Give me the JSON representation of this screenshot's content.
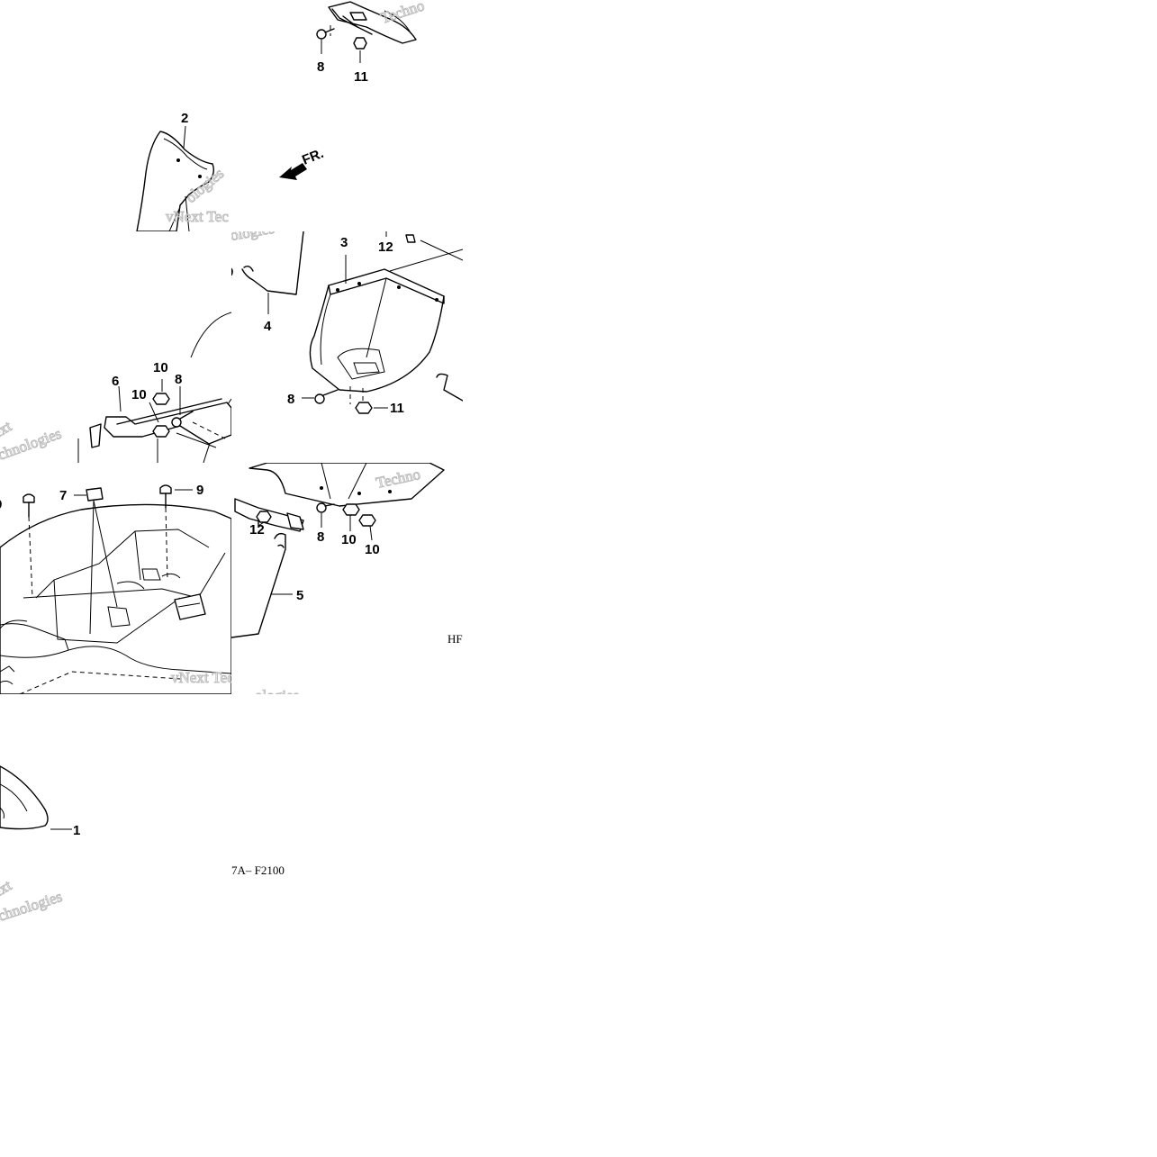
{
  "diagram": {
    "callouts": {
      "a8": "8",
      "a11": "11",
      "b2": "2",
      "c10": "10",
      "c10b": "10",
      "c8": "8",
      "c6": "6",
      "d3": "3",
      "d12": "12",
      "d9": "9",
      "d4": "4",
      "d8": "8",
      "d11": "11",
      "e9l": "9",
      "e7": "7",
      "e9r": "9",
      "f12": "12",
      "f8": "8",
      "f10a": "10",
      "f10b": "10",
      "f5": "5",
      "g1": "1"
    },
    "front_marker": "FR.",
    "diagram_code": "7A– F2100",
    "partial_code": "HF'",
    "watermarks": {
      "a": "Techno",
      "b1": "vNext Tec",
      "b2": "ologies",
      "c1": "ext",
      "c2": "chnologies",
      "d1": "ologies",
      "e1": "vNext Tec",
      "f1": "Techno",
      "f2": "ologies",
      "g1": "ext",
      "g2": "chnologies"
    }
  }
}
